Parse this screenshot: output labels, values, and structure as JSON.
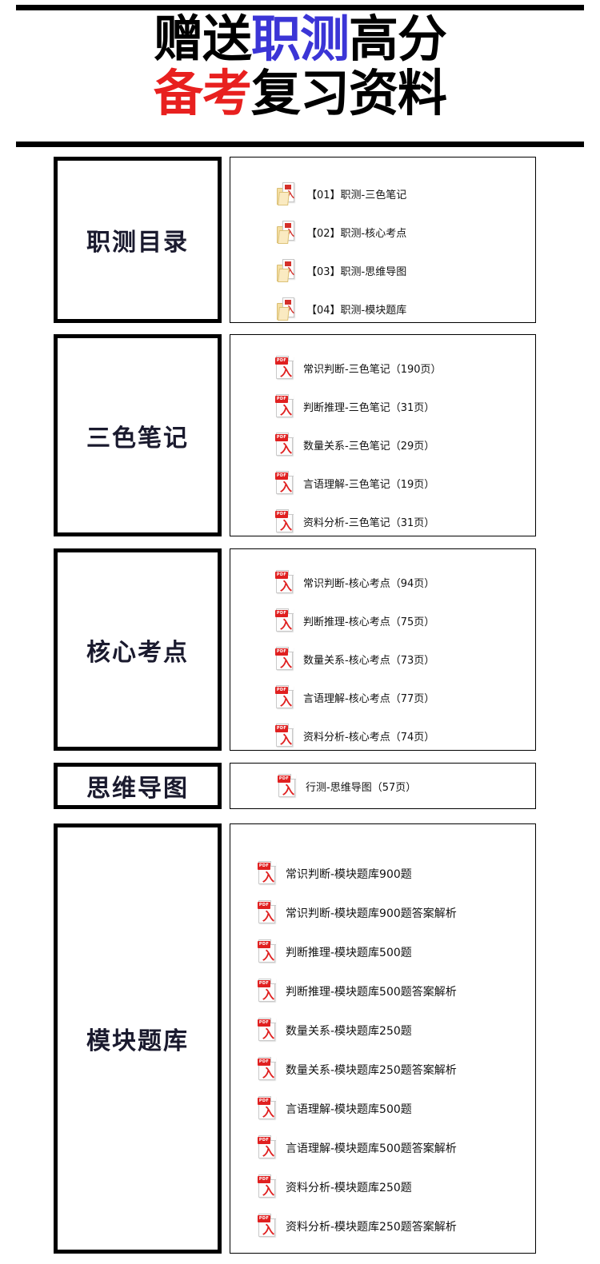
{
  "header": {
    "line1": [
      {
        "text": "赠送",
        "color": "#000000"
      },
      {
        "text": "职测",
        "color": "#3b35d6"
      },
      {
        "text": "高分",
        "color": "#000000"
      }
    ],
    "line2": [
      {
        "text": "备考",
        "color": "#e8201f"
      },
      {
        "text": "复习资料",
        "color": "#000000"
      }
    ],
    "line1_plain": "赠送职测高分",
    "line2_plain": "备考复习资料",
    "accent_blue": "#3b35d6",
    "accent_red": "#e8201f",
    "rule_color": "#000000"
  },
  "sections": [
    {
      "label": "职测目录",
      "icon": "folder-pdf-icon",
      "items": [
        {
          "text": "【01】职测-三色笔记"
        },
        {
          "text": "【02】职测-核心考点"
        },
        {
          "text": "【03】职测-思维导图"
        },
        {
          "text": "【04】职测-模块题库"
        }
      ]
    },
    {
      "label": "三色笔记",
      "icon": "pdf-icon",
      "items": [
        {
          "text": "常识判断-三色笔记（190页）"
        },
        {
          "text": "判断推理-三色笔记（31页）"
        },
        {
          "text": "数量关系-三色笔记（29页）"
        },
        {
          "text": "言语理解-三色笔记（19页）"
        },
        {
          "text": "资料分析-三色笔记（31页）"
        }
      ]
    },
    {
      "label": "核心考点",
      "icon": "pdf-icon",
      "items": [
        {
          "text": "常识判断-核心考点（94页）"
        },
        {
          "text": "判断推理-核心考点（75页）"
        },
        {
          "text": "数量关系-核心考点（73页）"
        },
        {
          "text": "言语理解-核心考点（77页）"
        },
        {
          "text": "资料分析-核心考点（74页）"
        }
      ]
    },
    {
      "label": "思维导图",
      "icon": "pdf-icon",
      "items": [
        {
          "text": "行测-思维导图（57页）"
        }
      ]
    },
    {
      "label": "模块题库",
      "icon": "pdf-icon",
      "items": [
        {
          "text": "常识判断-模块题库900题"
        },
        {
          "text": "常识判断-模块题库900题答案解析"
        },
        {
          "text": "判断推理-模块题库500题"
        },
        {
          "text": "判断推理-模块题库500题答案解析"
        },
        {
          "text": "数量关系-模块题库250题"
        },
        {
          "text": "数量关系-模块题库250题答案解析"
        },
        {
          "text": "言语理解-模块题库500题"
        },
        {
          "text": "言语理解-模块题库500题答案解析"
        },
        {
          "text": "资料分析-模块题库250题"
        },
        {
          "text": "资料分析-模块题库250题答案解析"
        }
      ]
    }
  ],
  "icon_labels": {
    "pdf_band": "PDF",
    "acrobat_glyph": "入"
  }
}
